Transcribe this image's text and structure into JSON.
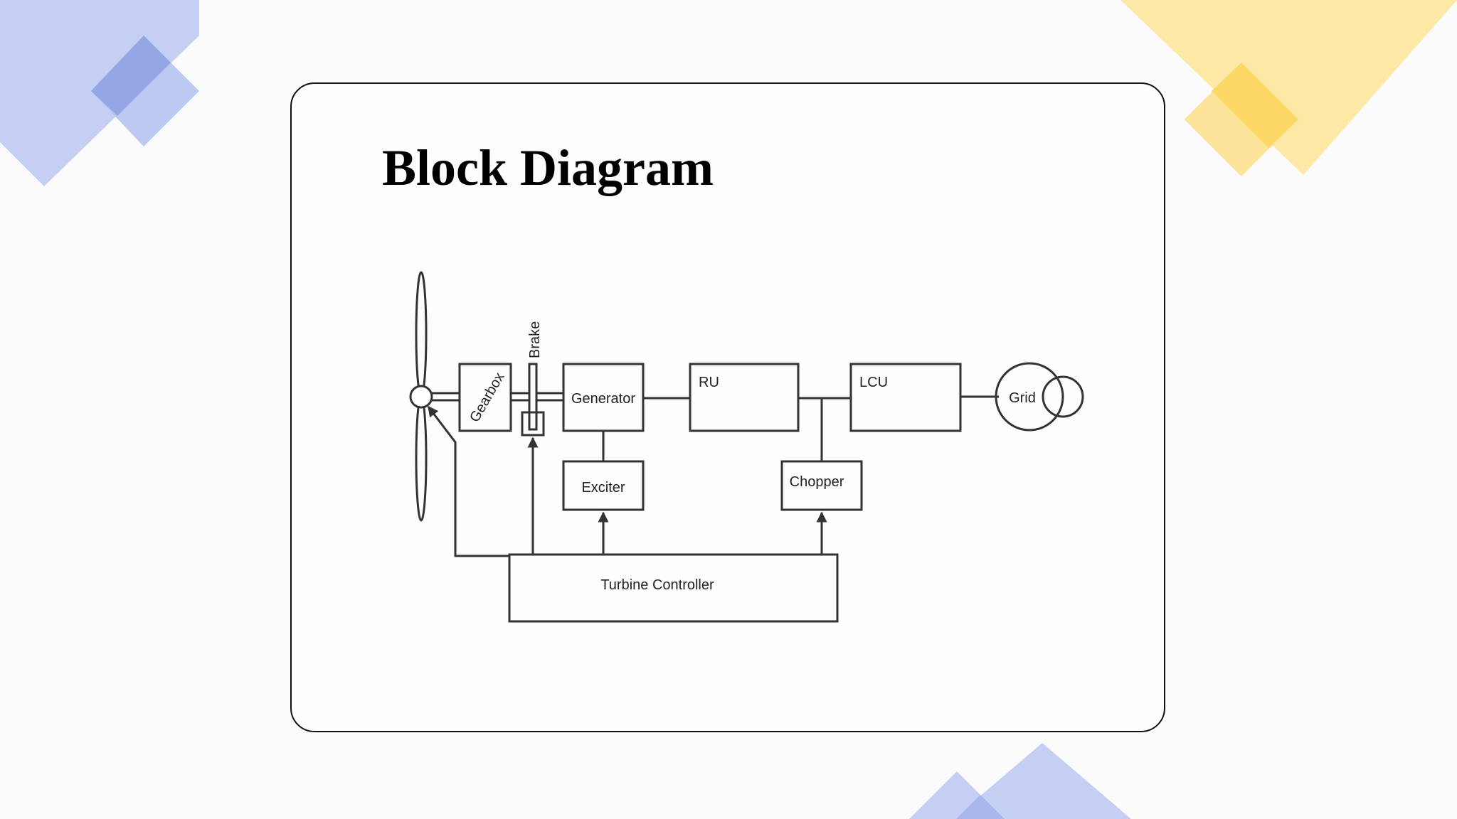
{
  "slide": {
    "title": "Block Diagram"
  },
  "diagram": {
    "labels": {
      "gearbox": "Gearbox",
      "brake": "Brake",
      "generator": "Generator",
      "ru": "RU",
      "lcu": "LCU",
      "grid": "Grid",
      "exciter": "Exciter",
      "chopper": "Chopper",
      "turbine_controller": "Turbine Controller"
    }
  },
  "colors": {
    "accent_blue": "#b8c3ef",
    "accent_blue_dark": "#8fa0e0",
    "accent_yellow": "#fde9a8",
    "accent_yellow_dark": "#fcd96a",
    "line": "#333333"
  }
}
